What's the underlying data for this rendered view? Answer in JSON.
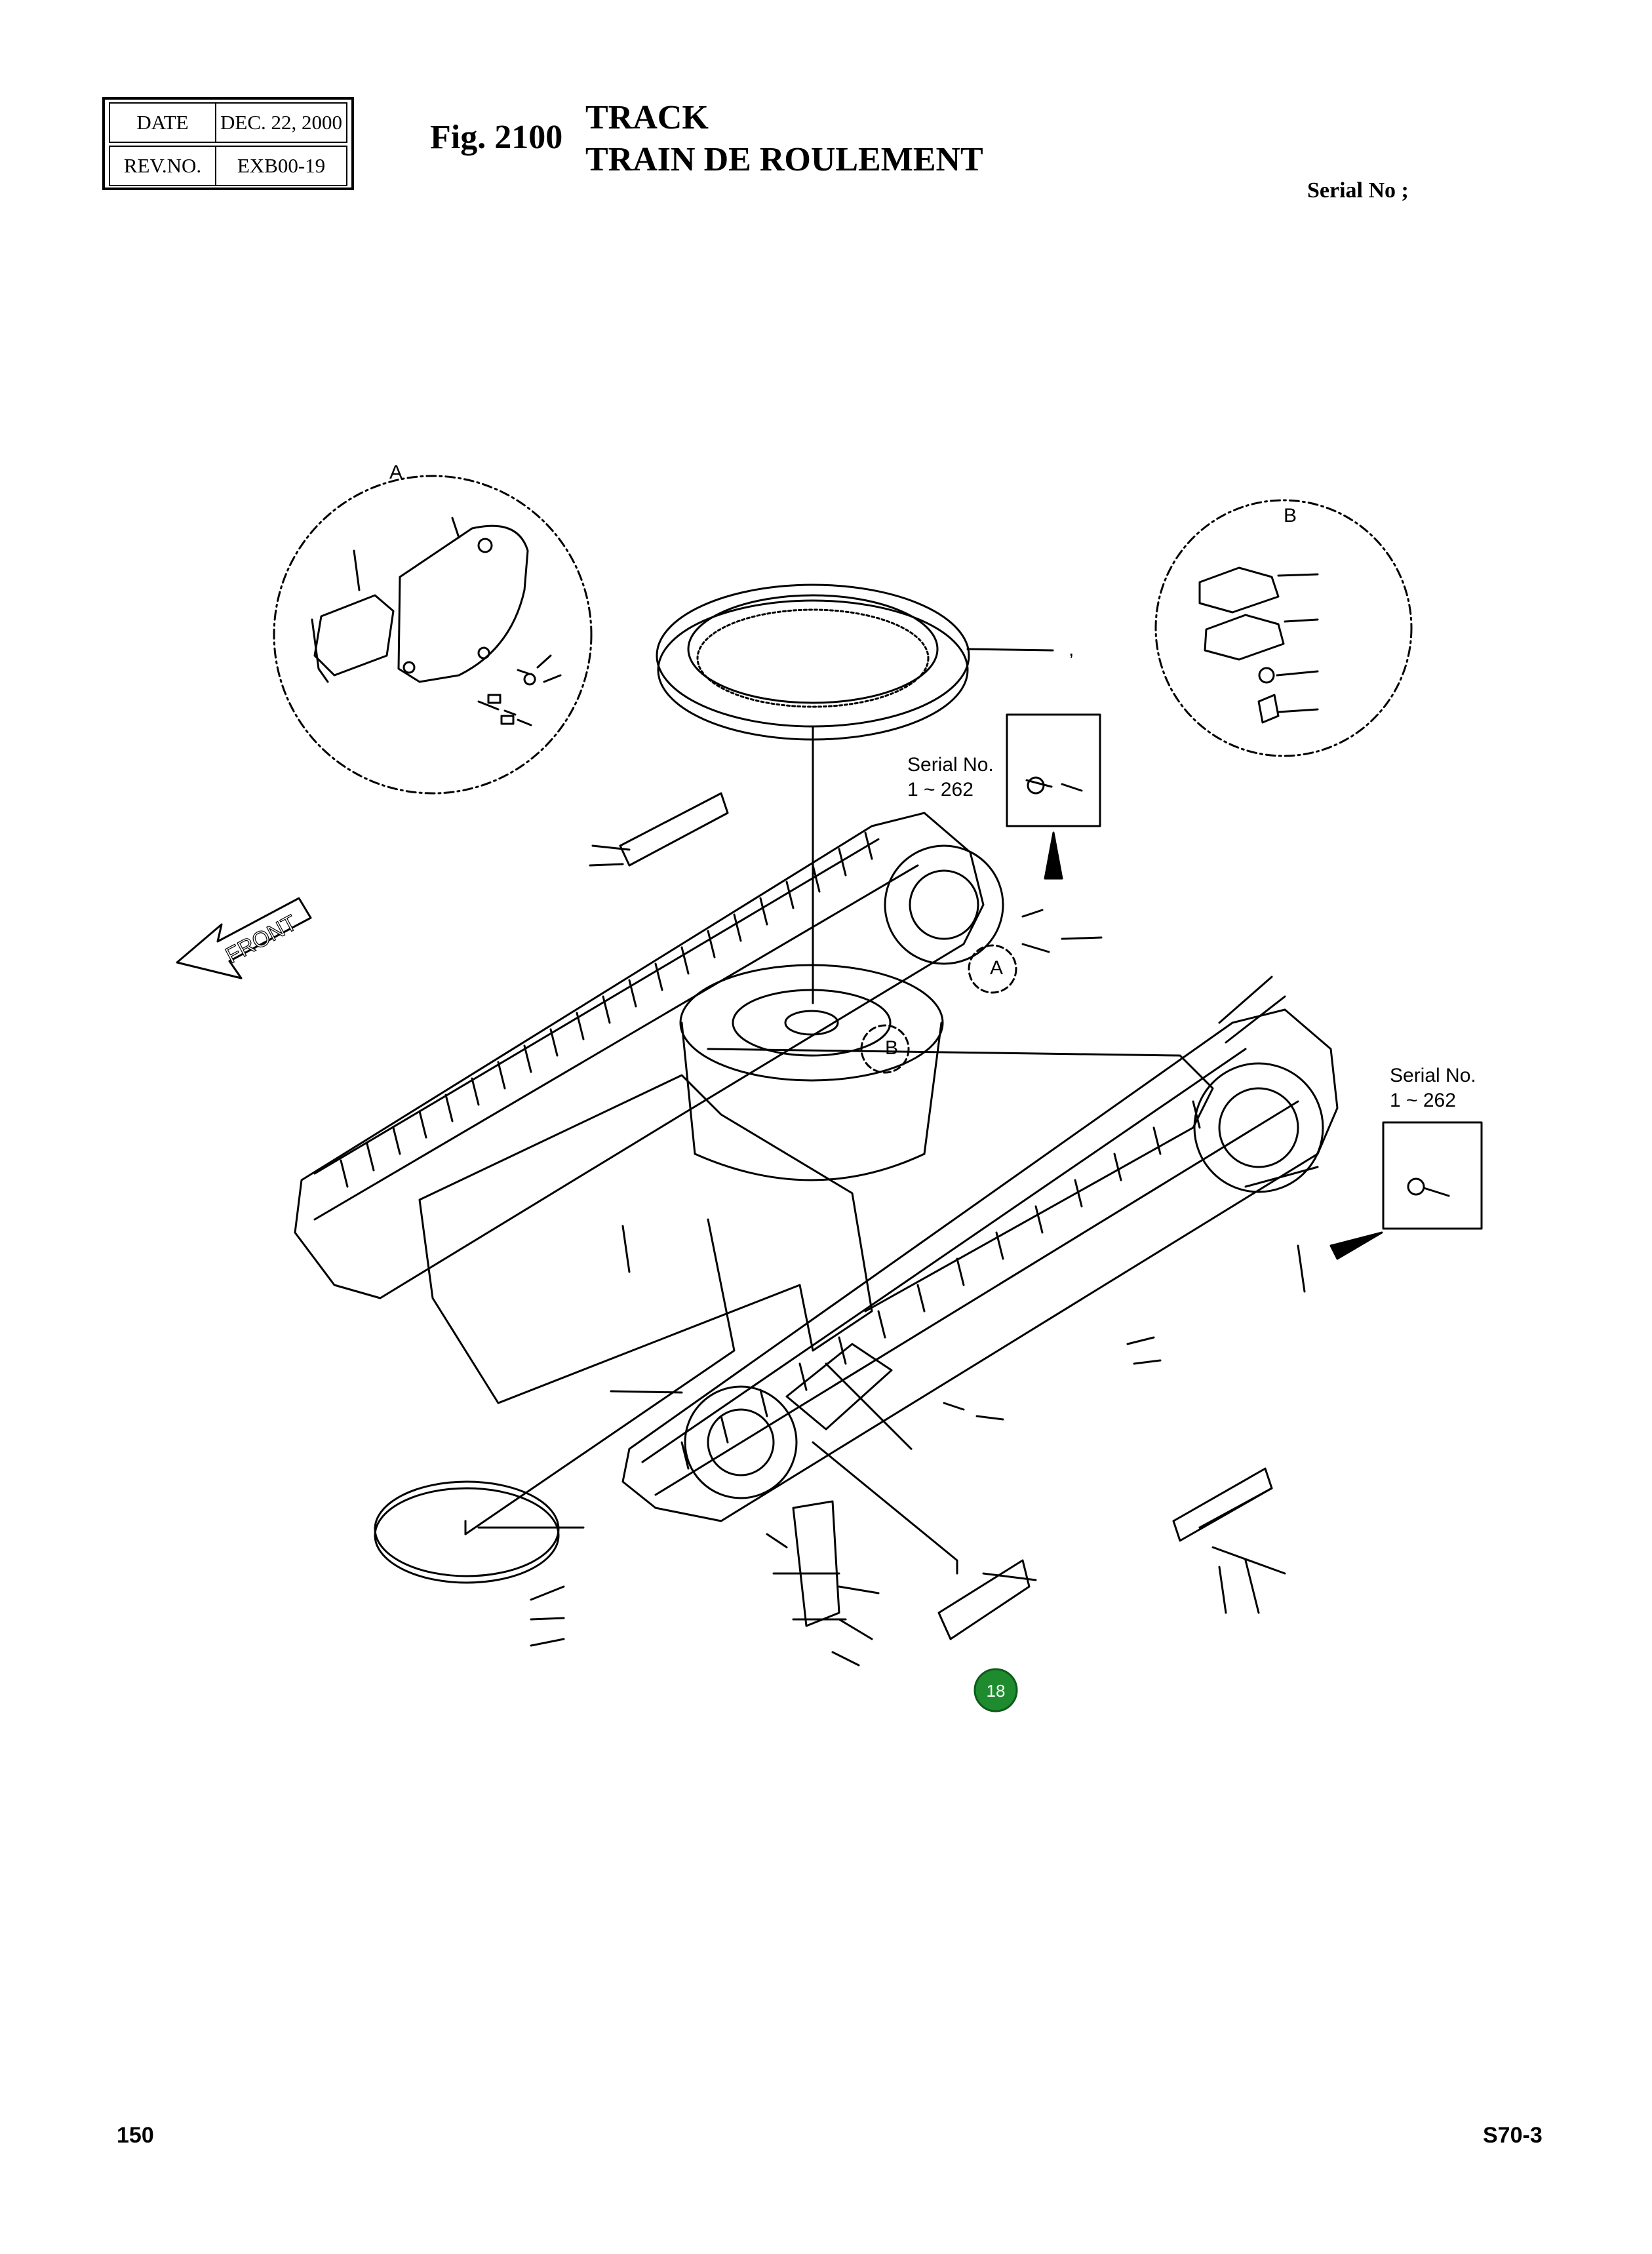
{
  "header": {
    "date_label": "DATE",
    "date_value": "DEC. 22, 2000",
    "rev_label": "REV.NO.",
    "rev_value": "EXB00-19",
    "fig_label": "Fig. 2100",
    "title_en": "TRACK",
    "title_fr": "TRAIN DE ROULEMENT",
    "serial_heading": "Serial No ;"
  },
  "diagram": {
    "detail_a_label": "A",
    "detail_b_label": "B",
    "callout_a_label": "A",
    "callout_b_label": "B",
    "front_label": "FRONT",
    "serial_note_1_line1": "Serial No.",
    "serial_note_1_line2": "1 ~ 262",
    "serial_note_2_line1": "Serial No.",
    "serial_note_2_line2": "1 ~ 262",
    "ring_callout_mark": ",",
    "highlight_badge": "18",
    "highlight_color": "#1e8c2e"
  },
  "footer": {
    "page_number": "150",
    "model": "S70-3"
  }
}
